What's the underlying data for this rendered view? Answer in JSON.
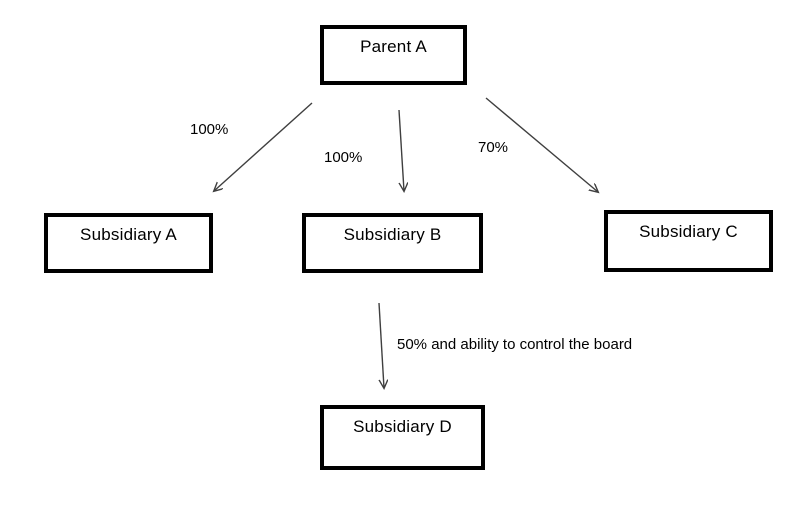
{
  "diagram": {
    "background_color": "#ffffff",
    "box_border_color": "#000000",
    "text_color": "#000000",
    "arrow_color": "#3f3f3f",
    "nodes": [
      {
        "id": "parent-a",
        "label": "Parent A"
      },
      {
        "id": "subsidiary-a",
        "label": "Subsidiary A"
      },
      {
        "id": "subsidiary-b",
        "label": "Subsidiary B"
      },
      {
        "id": "subsidiary-c",
        "label": "Subsidiary C"
      },
      {
        "id": "subsidiary-d",
        "label": "Subsidiary D"
      }
    ],
    "edges": [
      {
        "from": "Parent A",
        "to": "Subsidiary A",
        "label": "100%"
      },
      {
        "from": "Parent A",
        "to": "Subsidiary B",
        "label": "100%"
      },
      {
        "from": "Parent A",
        "to": "Subsidiary C",
        "label": "70%"
      },
      {
        "from": "Subsidiary B",
        "to": "Subsidiary D",
        "label": "50% and ability to control the board"
      }
    ]
  }
}
